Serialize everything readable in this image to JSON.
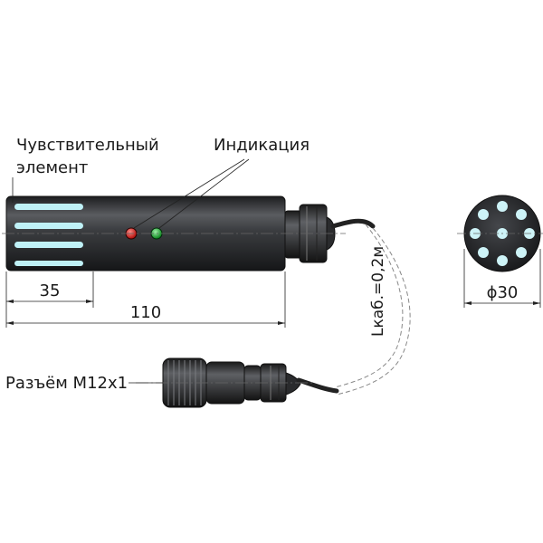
{
  "labels": {
    "sensor_line1": "Чувствительный",
    "sensor_line2": "элемент",
    "indication": "Индикация",
    "connector": "Разъём M12x1",
    "cable_length": "Lкаб.=0,2м"
  },
  "dimensions": {
    "sensor_length": "35",
    "total_length": "110",
    "diameter": "ϕ30"
  },
  "indicators": {
    "led_red": "#e0201c",
    "led_green": "#22b43a"
  },
  "colors": {
    "body": "#2f3033",
    "slot": "#bff1f7",
    "hole": "#cdf3f7"
  }
}
